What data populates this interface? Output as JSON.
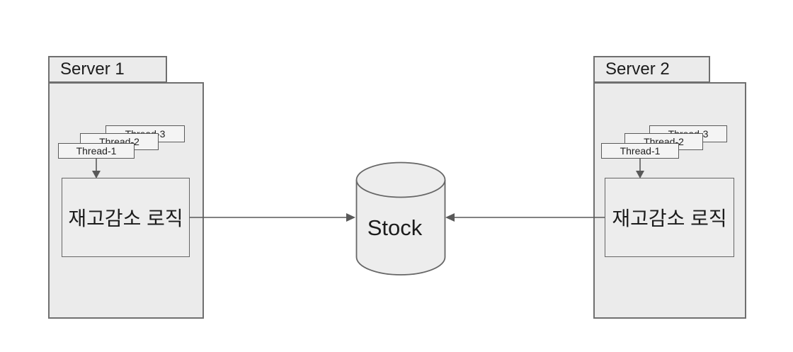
{
  "diagram": {
    "server1": {
      "title": "Server 1",
      "threads": [
        "Thread-1",
        "Thread-2",
        "Thread-3"
      ],
      "logic_label": "재고감소 로직"
    },
    "server2": {
      "title": "Server 2",
      "threads": [
        "Thread-1",
        "Thread-2",
        "Thread-3"
      ],
      "logic_label": "재고감소 로직"
    },
    "stock": {
      "label": "Stock"
    },
    "colors": {
      "background": "#ffffff",
      "server_fill": "#ebebeb",
      "shape_fill": "#ededed",
      "thread_fill": "#f4f4f4",
      "stroke": "#666666",
      "arrow": "#595959",
      "text": "#1c1c1c"
    }
  }
}
